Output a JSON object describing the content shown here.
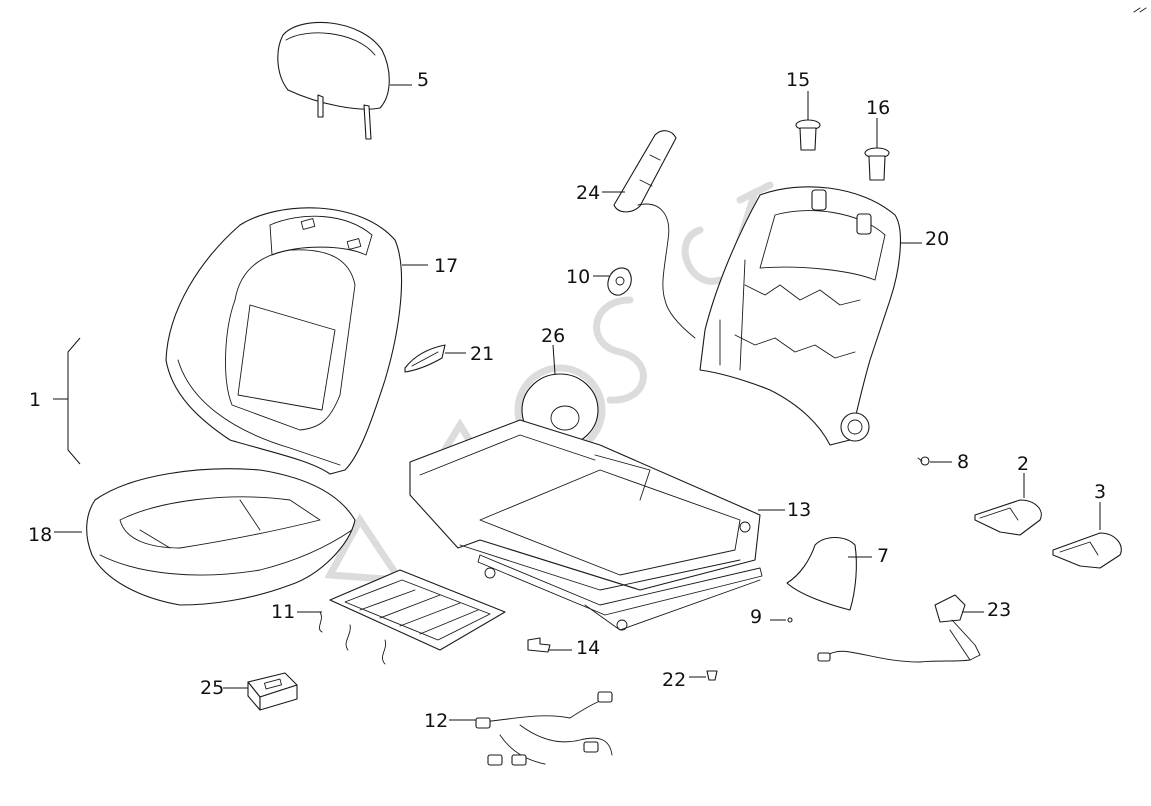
{
  "diagram": {
    "watermark_text": "SOFT",
    "accent_color": "#1a1a1a",
    "callouts": {
      "p1": "1",
      "p2": "2",
      "p3": "3",
      "p5": "5",
      "p7": "7",
      "p8": "8",
      "p9": "9",
      "p10": "10",
      "p11": "11",
      "p12": "12",
      "p13": "13",
      "p14": "14",
      "p15": "15",
      "p16": "16",
      "p17": "17",
      "p18": "18",
      "p20": "20",
      "p21": "21",
      "p22": "22",
      "p23": "23",
      "p24": "24",
      "p25": "25",
      "p26": "26"
    }
  }
}
